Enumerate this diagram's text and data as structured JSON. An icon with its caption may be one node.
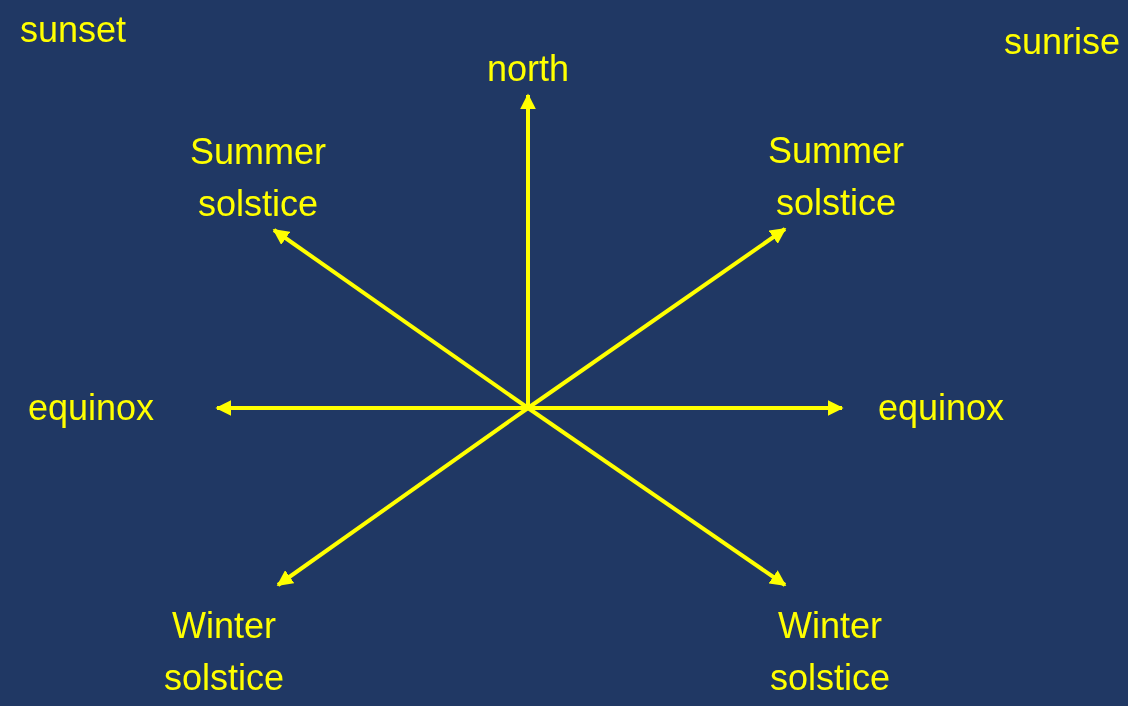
{
  "diagram": {
    "nodes": [
      {
        "text": [
          "north"
        ]
      },
      {
        "text": [
          "Summer solstice"
        ]
      },
      {
        "text": [
          "Summer solstice"
        ]
      },
      {
        "text": [
          "equinox"
        ]
      },
      {
        "text": [
          "equinox"
        ]
      },
      {
        "text": [
          "Winter solstice"
        ]
      },
      {
        "text": [
          "Winter solstice"
        ]
      }
    ],
    "edges": [
      {
        "from": null,
        "to": 0,
        "arrow": "to"
      },
      {
        "from": null,
        "to": 1,
        "arrow": "to"
      },
      {
        "from": null,
        "to": 2,
        "arrow": "to"
      },
      {
        "from": null,
        "to": 3,
        "arrow": "to"
      },
      {
        "from": null,
        "to": 4,
        "arrow": "to"
      },
      {
        "from": null,
        "to": 5,
        "arrow": "to"
      },
      {
        "from": null,
        "to": 6,
        "arrow": "to"
      }
    ],
    "labels": [
      "sunset",
      "sunrise"
    ]
  }
}
